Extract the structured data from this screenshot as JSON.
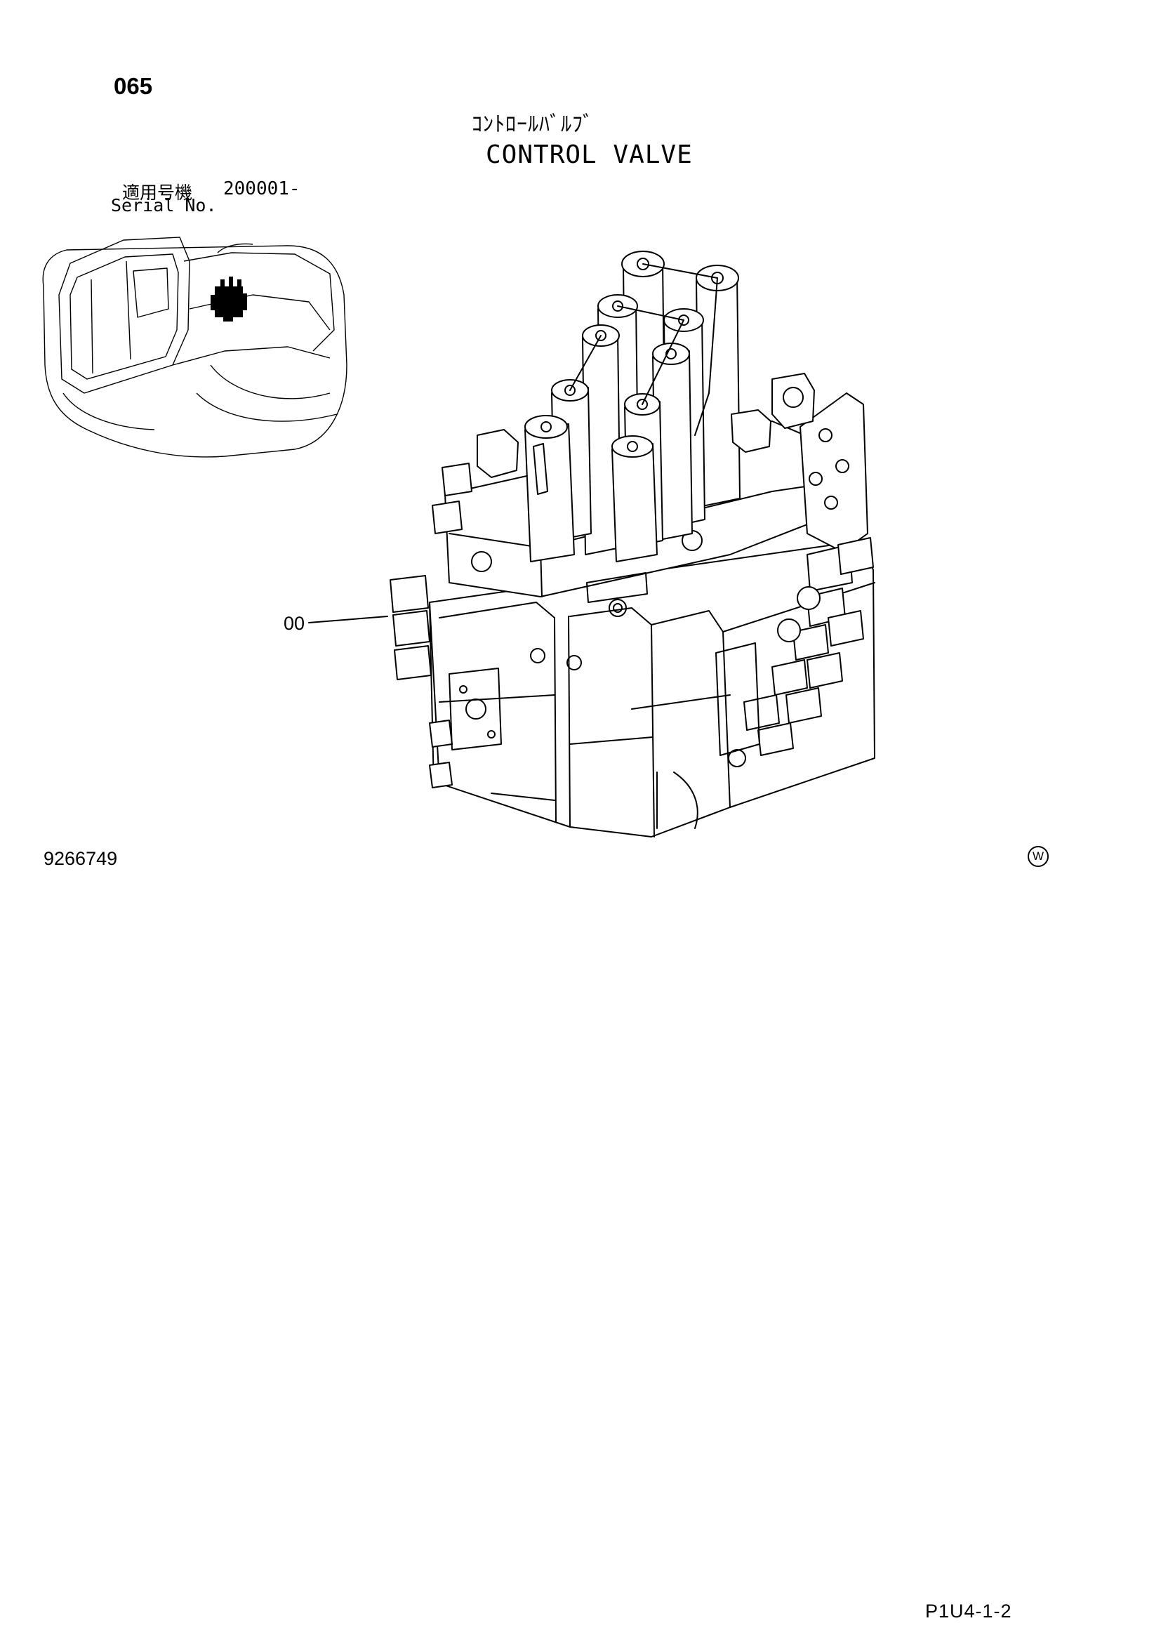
{
  "header": {
    "page_number": "065",
    "title_jp": "ｺﾝﾄﾛｰﾙﾊﾞﾙﾌﾞ",
    "title_en": "CONTROL VALVE"
  },
  "serial": {
    "label_jp": "適用号機",
    "value": "200001-",
    "label_en": "Serial No."
  },
  "diagram": {
    "part_label": "00"
  },
  "footer": {
    "drawing_number": "9266749",
    "mark": "W",
    "page_ref": "P1U4-1-2"
  }
}
